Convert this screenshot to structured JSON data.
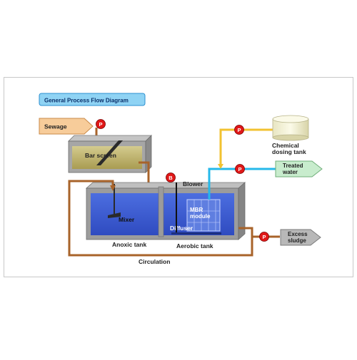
{
  "diagram": {
    "title": "General Process Flow Diagram",
    "labels": {
      "sewage": "Sewage",
      "bar_screen": "Bar screen",
      "chemical_dosing_tank": [
        "Chemical",
        "dosing tank"
      ],
      "treated_water": [
        "Treated",
        "water"
      ],
      "blower": "Blower",
      "mbr_module": [
        "MBR",
        "module"
      ],
      "mixer": "Mixer",
      "diffuser": "Diffuser",
      "anoxic_tank": "Anoxic tank",
      "aerobic_tank": "Aerobic tank",
      "excess_sludge": [
        "Excess",
        "sludge"
      ],
      "circulation": "Circulation"
    },
    "symbols": {
      "pump": "P",
      "blower": "B"
    },
    "colors": {
      "title_box": "#8fd3f4",
      "title_border": "#2b8fd0",
      "sewage_arrow": "#f7cc9a",
      "pipe_brown": "#a8632a",
      "pipe_yellow": "#f2c230",
      "pipe_cyan": "#25b8ea",
      "tank_wall": "#9a9a9a",
      "water_blue": "#3f5fd0",
      "bar_screen_fill": "#c6bc76",
      "pump_red": "#e01818",
      "outlet_arrow": "#c8eccd",
      "sludge_arrow": "#b8b8b8",
      "chemical_tank": "#f2f0d2"
    }
  }
}
